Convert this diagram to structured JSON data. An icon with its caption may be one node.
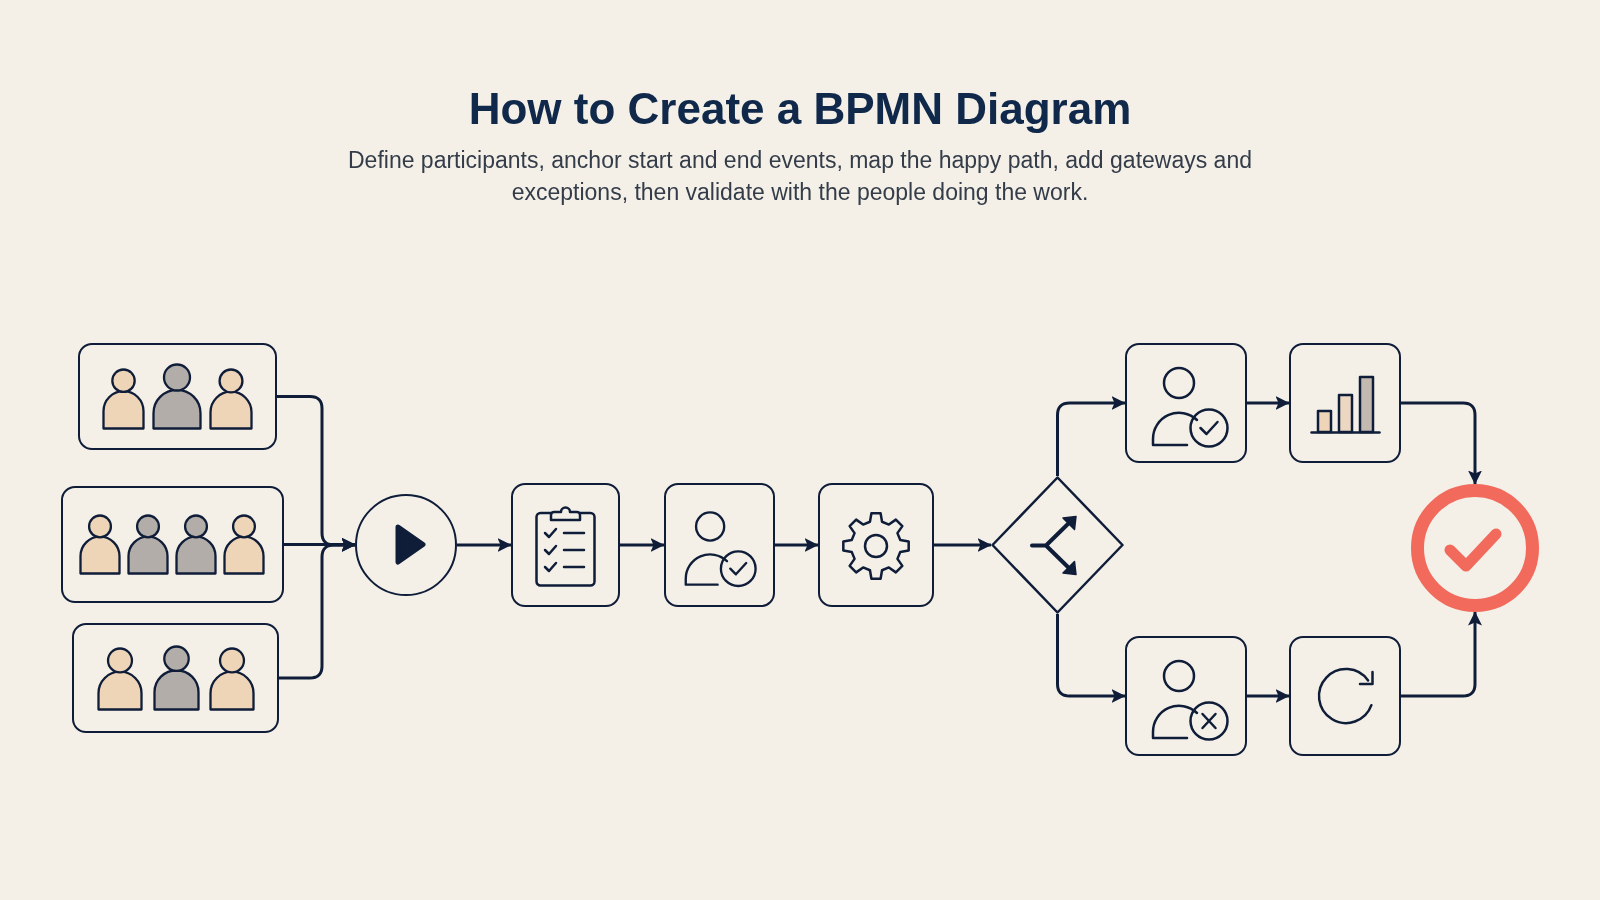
{
  "diagram": {
    "title": "How to Create a BPMN Diagram",
    "caption": "Define participants, anchor start and end events, map the happy path, add gateways and exceptions, then validate with the people doing the work.",
    "nodes": [
      {
        "text": [],
        "shape": "box"
      },
      {
        "text": [],
        "shape": "box"
      },
      {
        "text": [],
        "shape": "box"
      },
      {
        "text": [],
        "shape": "circle"
      },
      {
        "text": [],
        "shape": "box"
      },
      {
        "text": [],
        "shape": "box"
      },
      {
        "text": [],
        "shape": "box"
      },
      {
        "text": [],
        "shape": "diamond"
      },
      {
        "text": [],
        "shape": "box"
      },
      {
        "text": [],
        "shape": "box"
      },
      {
        "text": [],
        "shape": "box"
      },
      {
        "text": [],
        "shape": "box"
      },
      {
        "text": [],
        "shape": "circle"
      }
    ],
    "edges": [
      {
        "from": 0,
        "to": 3,
        "arrow": "to"
      },
      {
        "from": 1,
        "to": 3,
        "arrow": "to"
      },
      {
        "from": 2,
        "to": 3,
        "arrow": "to"
      },
      {
        "from": 3,
        "to": 4,
        "arrow": "to"
      },
      {
        "from": 4,
        "to": 5,
        "arrow": "to"
      },
      {
        "from": 5,
        "to": 6,
        "arrow": "to"
      },
      {
        "from": 6,
        "to": 7,
        "arrow": "to"
      },
      {
        "from": 7,
        "to": 8,
        "arrow": "to"
      },
      {
        "from": 7,
        "to": 10,
        "arrow": "to"
      },
      {
        "from": 8,
        "to": 9,
        "arrow": "to"
      },
      {
        "from": 10,
        "to": 11,
        "arrow": "to"
      },
      {
        "from": 9,
        "to": 12,
        "arrow": "to"
      },
      {
        "from": 11,
        "to": 12,
        "arrow": "to"
      }
    ]
  }
}
